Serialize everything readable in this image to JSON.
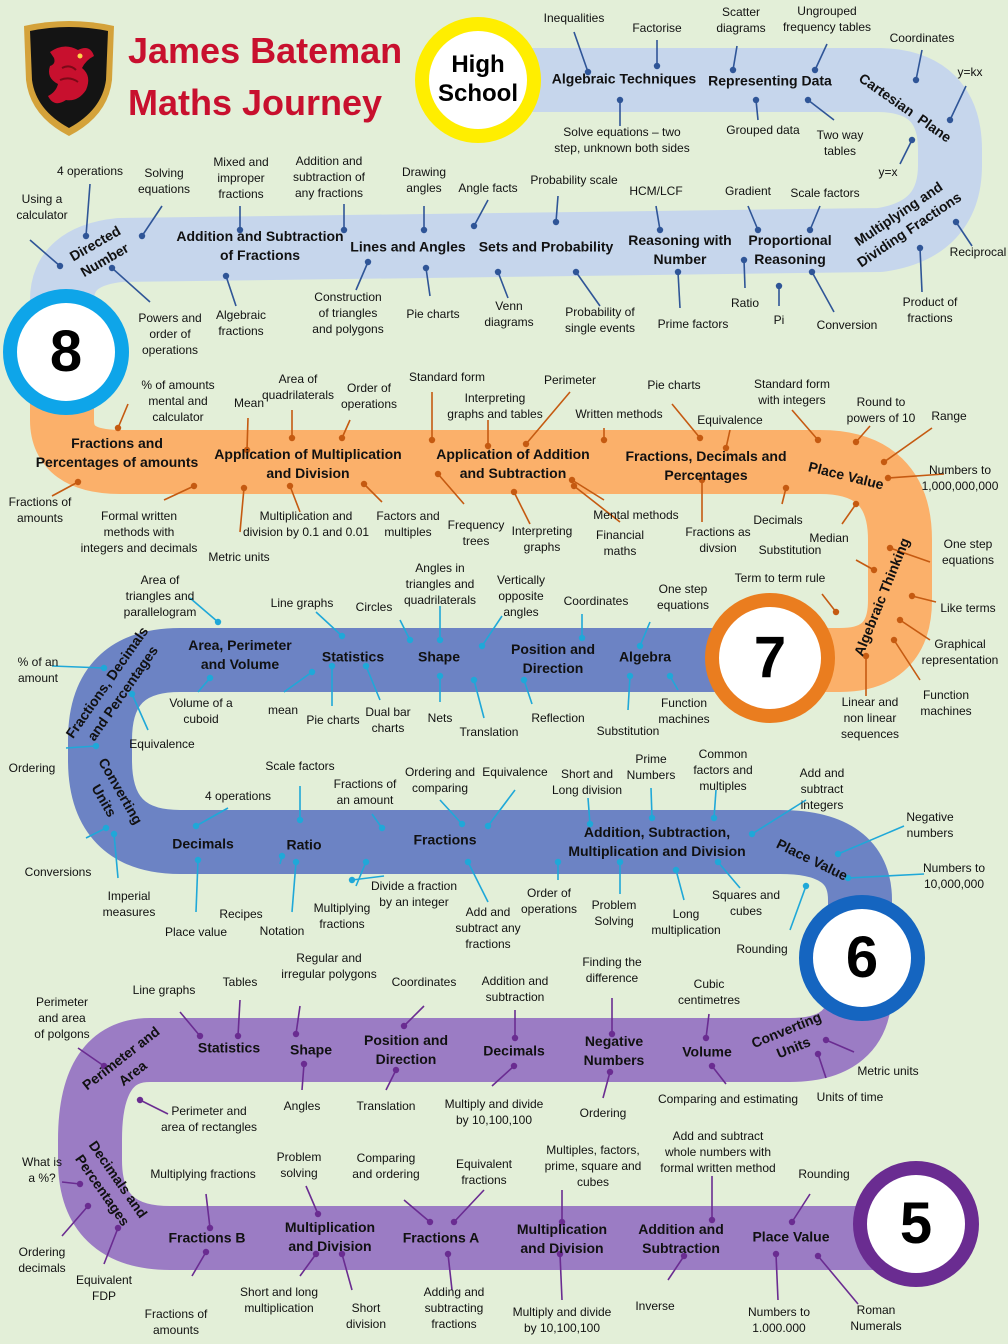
{
  "header": {
    "title_line1": "James Bateman",
    "title_line2": "Maths Journey"
  },
  "colors": {
    "high_school": "#c6d6ec",
    "year8": "#fbb06a",
    "year7": "#6c83c4",
    "year6": "#6c83c4",
    "year5": "#9b7cc4",
    "ring_high": "#ffee00",
    "ring_8": "#0ea5e9",
    "ring_7": "#ea7d1f",
    "ring_6": "#1565c0",
    "ring_5": "#6a2c91",
    "title_red": "#c8102e"
  },
  "stages": [
    {
      "id": "high",
      "label": "High\nSchool"
    },
    {
      "id": "y8",
      "label": "8"
    },
    {
      "id": "y7",
      "label": "7"
    },
    {
      "id": "y6",
      "label": "6"
    },
    {
      "id": "y5",
      "label": "5"
    }
  ],
  "topics": [
    "Algebraic Techniques",
    "Representing Data",
    "Cartesian  Plane",
    "Multiplying and\nDividing Fractions",
    "Directed\nNumber",
    "Addition and Subtraction\nof Fractions",
    "Lines and Angles",
    "Sets and Probability",
    "Reasoning with\nNumber",
    "Proportional\nReasoning",
    "Fractions and\nPercentages of amounts",
    "Application of Multiplication\nand Division",
    "Application of Addition\nand Subtraction",
    "Fractions, Decimals and\nPercentages",
    "Place Value",
    "Algebraic Thinking",
    "Fractions, Decimals\nand Percentages",
    "Area, Perimeter\nand Volume",
    "Statistics",
    "Shape",
    "Position and\nDirection",
    "Algebra",
    "Converting\nUnits",
    "Decimals",
    "Ratio",
    "Fractions",
    "Addition, Subtraction,\nMultiplication and Division",
    "Place Value",
    "Perimeter and\nArea",
    "Statistics",
    "Shape",
    "Position and\nDirection",
    "Decimals",
    "Negative\nNumbers",
    "Volume",
    "Converting\nUnits",
    "Decimals and\nPercentages",
    "Fractions B",
    "Multiplication\nand Division",
    "Fractions A",
    "Multiplication\nand Division",
    "Addition and\nSubtraction",
    "Place Value"
  ],
  "labels": [
    "Inequalities",
    "Factorise",
    "Scatter\ndiagrams",
    "Ungrouped\nfrequency tables",
    "Coordinates",
    "y=kx",
    "Solve equations – two\nstep, unknown both sides",
    "Grouped data",
    "Two way\ntables",
    "y=x",
    "Reciprocal",
    "Product of\nfractions",
    "4 operations",
    "Solving\nequations",
    "Mixed and\nimproper\nfractions",
    "Addition and\nsubtraction of\nany fractions",
    "Drawing\nangles",
    "Angle facts",
    "Probability scale",
    "HCM/LCF",
    "Gradient",
    "Scale factors",
    "Using a\ncalculator",
    "Powers and\norder of\noperations",
    "Algebraic\nfractions",
    "Construction\nof triangles\nand polygons",
    "Pie charts",
    "Venn\ndiagrams",
    "Probability of\nsingle events",
    "Prime factors",
    "Ratio",
    "Pi",
    "Conversion",
    "% of amounts\nmental and\ncalculator",
    "Mean",
    "Area of\nquadrilaterals",
    "Order of\noperations",
    "Standard form",
    "Interpreting\ngraphs and tables",
    "Perimeter",
    "Written methods",
    "Pie charts",
    "Equivalence",
    "Standard form\nwith integers",
    "Round to\npowers of 10",
    "Range",
    "Numbers to\n1,000,000,000",
    "Fractions of\namounts",
    "Formal written\nmethods with\nintegers and decimals",
    "Metric units",
    "Multiplication and\ndivision by 0.1 and 0.01",
    "Factors and\nmultiples",
    "Frequency\ntrees",
    "Interpreting\ngraphs",
    "Mental methods",
    "Financial\nmaths",
    "Fractions as\ndivsion",
    "Decimals",
    "Median",
    "Substitution",
    "One step\nequations",
    "Term to term rule",
    "Like terms",
    "Graphical\nrepresentation",
    "Function\nmachines",
    "Linear and\nnon linear\nsequences",
    "Area of\ntriangles and\nparallelogram",
    "Line graphs",
    "Circles",
    "Angles in\ntriangles and\nquadrilaterals",
    "Vertically\nopposite\nangles",
    "Coordinates",
    "One step\nequations",
    "% of an\namount",
    "Volume of a\ncuboid",
    "mean",
    "Pie charts",
    "Dual bar\ncharts",
    "Nets",
    "Translation",
    "Reflection",
    "Substitution",
    "Function\nmachines",
    "Equivalence",
    "Ordering",
    "Scale factors",
    "4 operations",
    "Fractions of\nan amount",
    "Ordering and\ncomparing",
    "Equivalence",
    "Short and\nLong division",
    "Prime\nNumbers",
    "Common\nfactors and\nmultiples",
    "Add and\nsubtract\nintegers",
    "Negative\nnumbers",
    "Numbers to\n10,000,000",
    "Conversions",
    "Imperial\nmeasures",
    "Place value",
    "Recipes",
    "Notation",
    "Multiplying\nfractions",
    "Divide a fraction\nby an integer",
    "Add and\nsubtract any\nfractions",
    "Order of\noperations",
    "Problem\nSolving",
    "Long\nmultiplication",
    "Squares and\ncubes",
    "Rounding",
    "Perimeter\nand area\nof polgons",
    "Line graphs",
    "Tables",
    "Regular and\nirregular polygons",
    "Coordinates",
    "Addition and\nsubtraction",
    "Finding the\ndifference",
    "Cubic\ncentimetres",
    "Perimeter and\narea of rectangles",
    "Angles",
    "Translation",
    "Multiply and divide\nby 10,100,100",
    "Ordering",
    "Comparing and estimating",
    "Metric units",
    "Units of time",
    "What is\na %?",
    "Multiplying fractions",
    "Problem\nsolving",
    "Comparing\nand ordering",
    "Equivalent\nfractions",
    "Multiples, factors,\nprime, square and\ncubes",
    "Add and subtract\nwhole numbers with\nformal written method",
    "Rounding",
    "Ordering\ndecimals",
    "Equivalent\nFDP",
    "Fractions of\namounts",
    "Short and long\nmultiplication",
    "Short\ndivision",
    "Adding and\nsubtracting\nfractions",
    "Multiply and divide\nby 10,100,100",
    "Inverse",
    "Numbers to\n1.000.000",
    "Roman\nNumerals"
  ]
}
